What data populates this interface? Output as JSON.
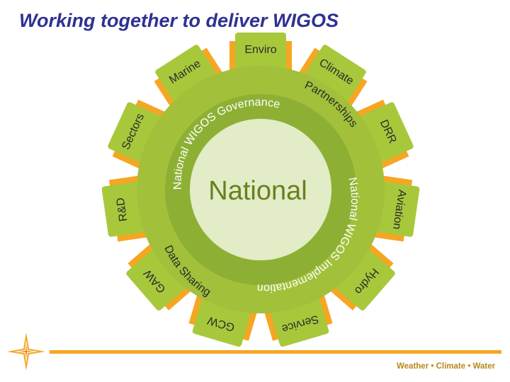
{
  "slide": {
    "title": "Working together to deliver WIGOS",
    "tagline": "Weather • Climate • Water"
  },
  "diagram": {
    "center_label": "National",
    "ring_labels": [
      "National WIGOS Governance",
      "National WIGOS Implementation",
      "Partnerships",
      "Data Sharing"
    ],
    "teeth": [
      "Enviro",
      "Climate",
      "DRR",
      "Aviation",
      "Hydro",
      "Service",
      "GCW",
      "GAW",
      "R&D",
      "Sectors",
      "Marine"
    ]
  },
  "colors": {
    "title": "#2e3192",
    "tooth": "#a8c83c",
    "outer_ring": "#a2c03a",
    "inner_ring": "#8db034",
    "center": "#e2ecc7",
    "accent": "#f5a623",
    "tagline": "#b8881a"
  },
  "icons": [
    "compass-star-icon"
  ]
}
